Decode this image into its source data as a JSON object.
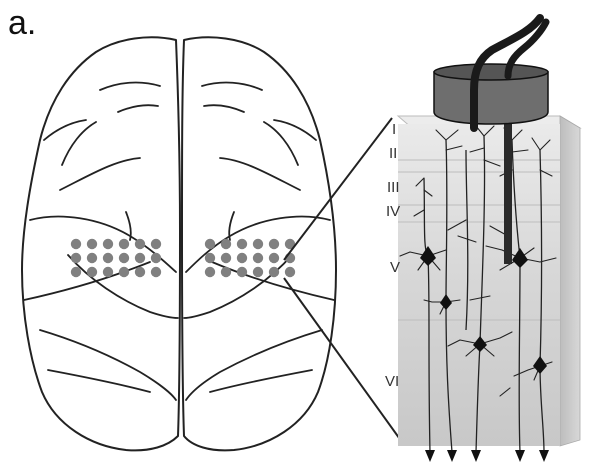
{
  "panel_label": "a.",
  "layer_labels": [
    "I",
    "II",
    "III",
    "IV",
    "V",
    "VI"
  ],
  "colors": {
    "electrode_dot": "#808080",
    "cortex_face": "#d8d8d8",
    "cortex_side": "#c4c4c4",
    "cortex_top": "#ececec",
    "cap": "#6e6e6e",
    "outline": "#222222"
  }
}
